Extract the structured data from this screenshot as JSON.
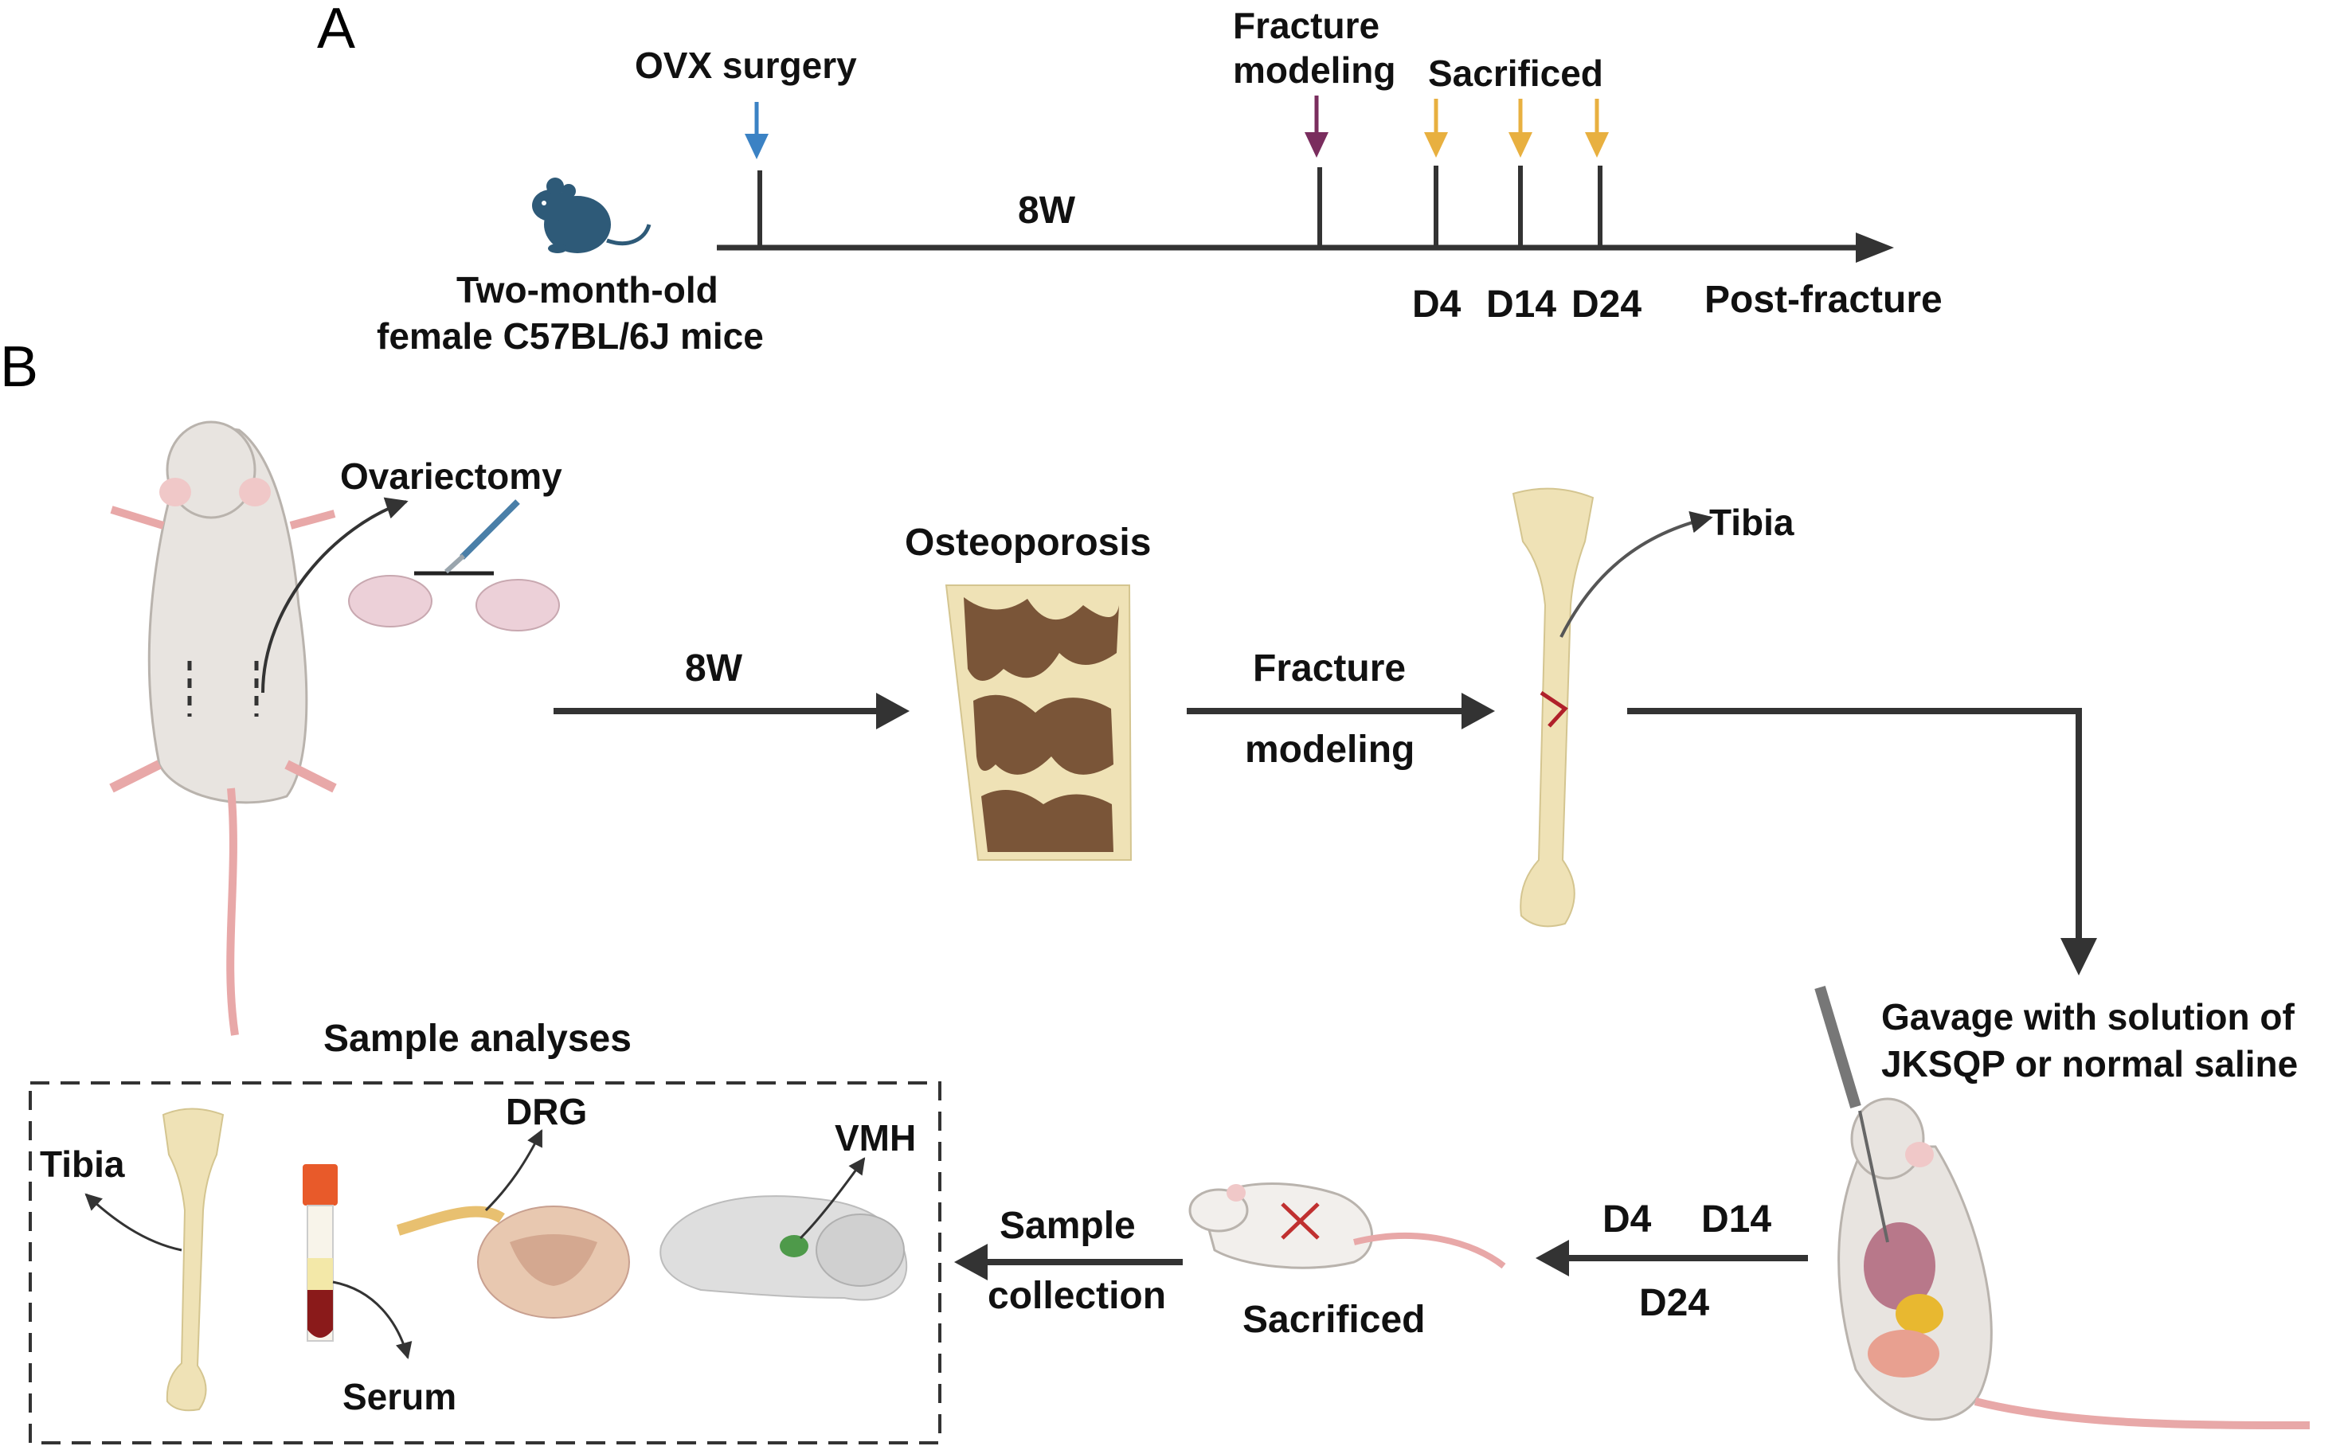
{
  "colors": {
    "arrow_dark": "#333333",
    "ovx_arrow": "#3b82c4",
    "fracture_arrow": "#7a2d5e",
    "sacrifice_arrow": "#e8b040",
    "mouse_dark": "#2e5a78",
    "bone": "#efe2b6",
    "bone_dark": "#7a5538",
    "fracture_line": "#b0202a",
    "blood": "#8a1a1a",
    "tube_cap": "#e85a2a",
    "dashed_box": "#333333"
  },
  "panel_a": {
    "label": "A",
    "ovx_label": "OVX surgery",
    "fracture_label_1": "Fracture",
    "fracture_label_2": "modeling",
    "sacrificed_label": "Sacrificed",
    "duration": "8W",
    "day_4": "D4",
    "day_14": "D14",
    "day_24": "D24",
    "post_fracture": "Post-fracture",
    "mice_line_1": "Two-month-old",
    "mice_line_2": "female C57BL/6J  mice"
  },
  "panel_b": {
    "label": "B",
    "ovariectomy": "Ovariectomy",
    "duration": "8W",
    "osteoporosis": "Osteoporosis",
    "fracture_1": "Fracture",
    "fracture_2": "modeling",
    "tibia": "Tibia",
    "gavage_1": "Gavage with solution of",
    "gavage_2": "JKSQP or normal saline",
    "day_4": "D4",
    "day_14": "D14",
    "day_24": "D24",
    "sacrificed": "Sacrificed",
    "sample_1": "Sample",
    "sample_2": "collection",
    "sample_analyses": "Sample analyses",
    "analysis_tibia": "Tibia",
    "serum": "Serum",
    "drg": "DRG",
    "vmh": "VMH"
  }
}
